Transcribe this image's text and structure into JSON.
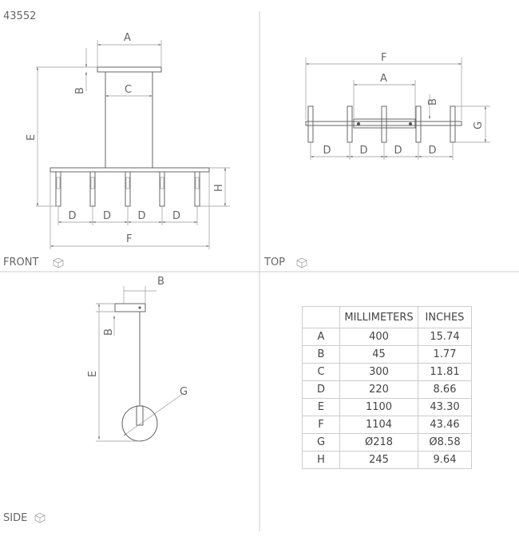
{
  "product_code": "43552",
  "views": {
    "front": "FRONT",
    "top": "TOP",
    "side": "SIDE"
  },
  "dim_labels": {
    "A": "A",
    "B": "B",
    "C": "C",
    "D": "D",
    "E": "E",
    "F": "F",
    "G": "G",
    "H": "H"
  },
  "table": {
    "headers": [
      "",
      "MILLIMETERS",
      "INCHES"
    ],
    "rows": [
      {
        "key": "A",
        "mm": "400",
        "in": "15.74"
      },
      {
        "key": "B",
        "mm": "45",
        "in": "1.77"
      },
      {
        "key": "C",
        "mm": "300",
        "in": "11.81"
      },
      {
        "key": "D",
        "mm": "220",
        "in": "8.66"
      },
      {
        "key": "E",
        "mm": "1100",
        "in": "43.30"
      },
      {
        "key": "F",
        "mm": "1104",
        "in": "43.46"
      },
      {
        "key": "G",
        "mm": "Ø218",
        "in": "Ø8.58"
      },
      {
        "key": "H",
        "mm": "245",
        "in": "9.64"
      }
    ]
  }
}
